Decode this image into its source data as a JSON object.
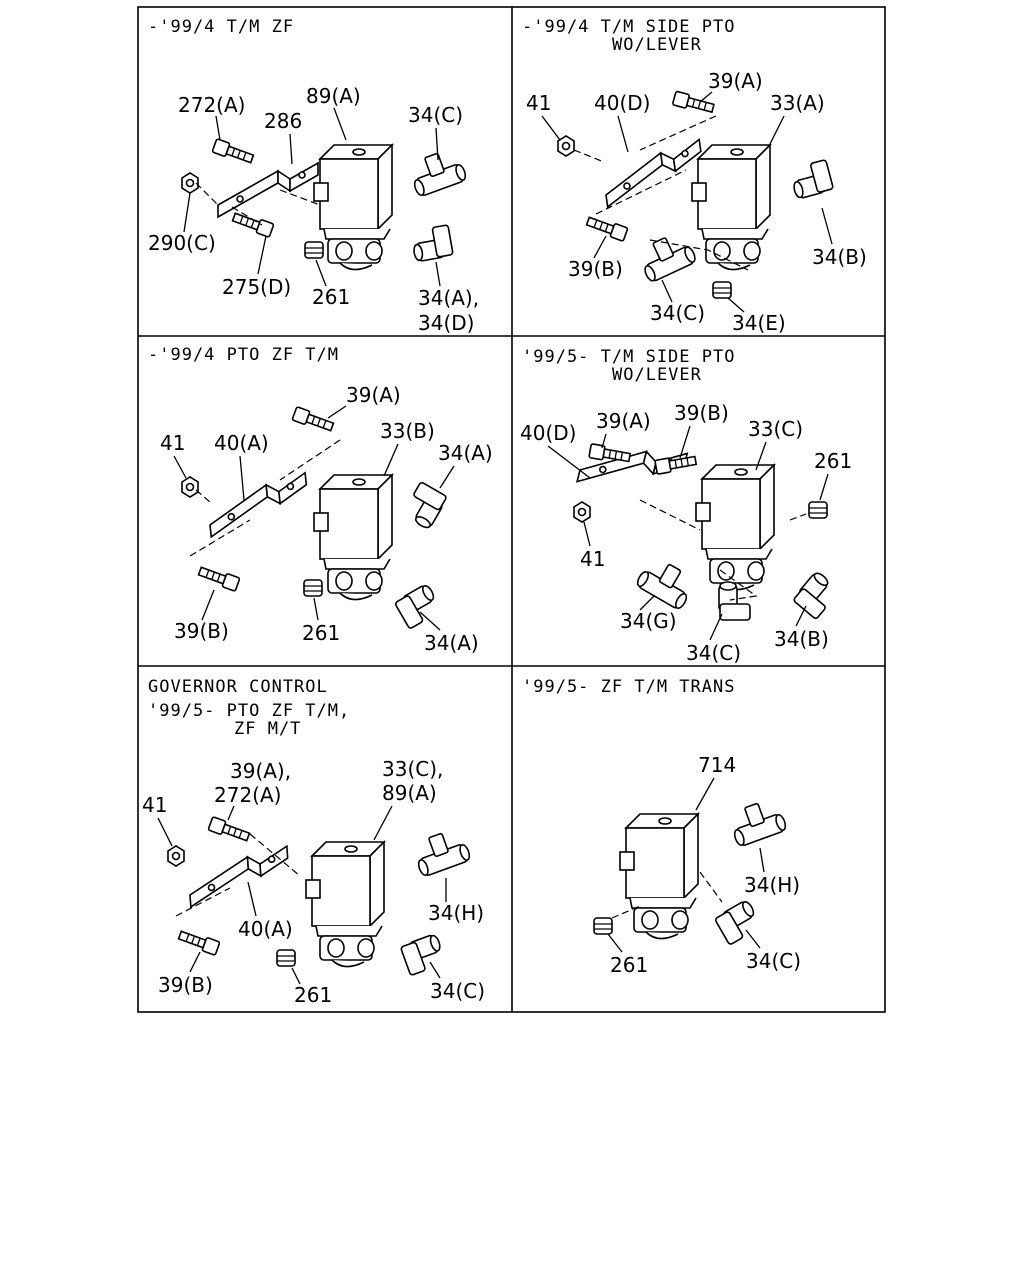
{
  "panels": [
    {
      "id": "p1",
      "header": [
        "-'99/4 T/M ZF"
      ],
      "labels": [
        "272(A)",
        "89(A)",
        "286",
        "34(C)",
        "290(C)",
        "275(D)",
        "261",
        "34(A),",
        "34(D)"
      ]
    },
    {
      "id": "p2",
      "header": [
        "-'99/4 T/M SIDE PTO",
        "WO/LEVER"
      ],
      "labels": [
        "39(A)",
        "41",
        "40(D)",
        "33(A)",
        "39(B)",
        "34(B)",
        "34(C)",
        "34(E)"
      ]
    },
    {
      "id": "p3",
      "header": [
        "-'99/4 PTO ZF T/M"
      ],
      "labels": [
        "39(A)",
        "41",
        "40(A)",
        "33(B)",
        "34(A)",
        "39(B)",
        "261",
        "34(A)"
      ]
    },
    {
      "id": "p4",
      "header": [
        "'99/5- T/M SIDE PTO",
        "WO/LEVER"
      ],
      "labels": [
        "39(A)",
        "39(B)",
        "40(D)",
        "33(C)",
        "261",
        "41",
        "34(G)",
        "34(C)",
        "34(B)"
      ]
    },
    {
      "id": "p5",
      "header": [
        "GOVERNOR CONTROL",
        "'99/5- PTO ZF T/M,",
        "ZF M/T"
      ],
      "labels": [
        "39(A),",
        "272(A)",
        "33(C),",
        "89(A)",
        "41",
        "34(H)",
        "40(A)",
        "39(B)",
        "261",
        "34(C)"
      ]
    },
    {
      "id": "p6",
      "header": [
        "'99/5- ZF T/M TRANS"
      ],
      "labels": [
        "714",
        "34(H)",
        "261",
        "34(C)"
      ]
    }
  ]
}
